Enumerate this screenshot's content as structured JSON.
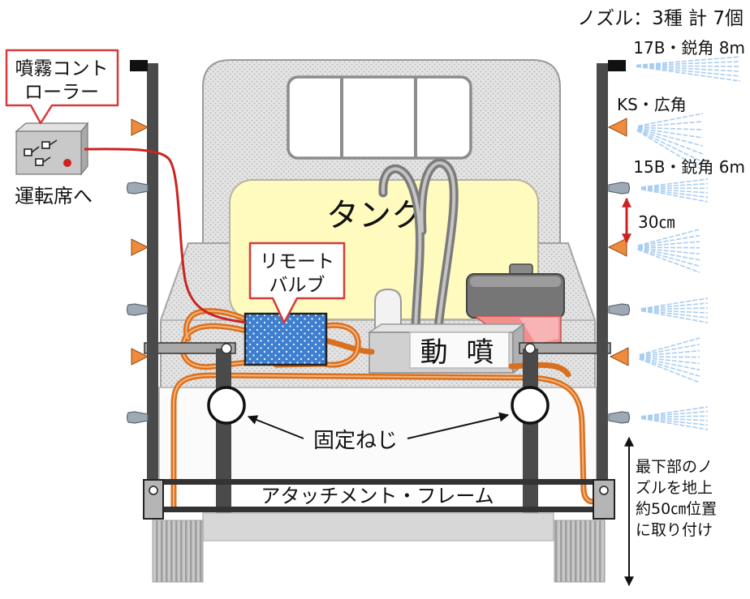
{
  "nozzle_summary": "ノズル：3種 計 7個",
  "nozzles": {
    "top": "17B・鋭角 8m",
    "ks": "KS・広角",
    "mid": "15B・鋭角 6m"
  },
  "nozzle_spacing": "30㎝",
  "controller": {
    "callout_line1": "噴霧コント",
    "callout_line2": "ローラー",
    "to_driver_seat": "運転席へ"
  },
  "tank": "タンク",
  "remote_valve": {
    "line1": "リモート",
    "line2": "バルブ"
  },
  "power_sprayer": "動 噴",
  "fixing_screw": "固定ねじ",
  "attachment_frame": "アタッチメント・フレーム",
  "mounting_note": [
    "最下部のノ",
    "ズルを地上",
    "約50㎝位置",
    "に取り付け"
  ],
  "colors": {
    "hose": "#d9701f",
    "cable": "#cc2222",
    "callout_border": "#d63a3a",
    "tank": "#fffbbf",
    "remote_valve": "#3f7fcf",
    "spray": "#a9cdf0",
    "nozzle_fan": "#f08a3c",
    "engine_accent": "#f29090"
  }
}
